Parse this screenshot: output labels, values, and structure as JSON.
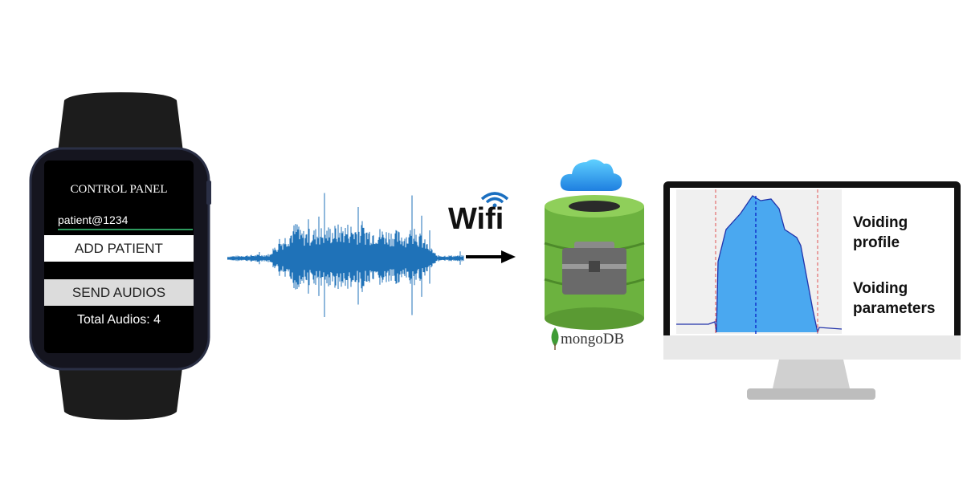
{
  "watch": {
    "title": "CONTROL PANEL",
    "patient_id": "patient@1234",
    "add_patient_label": "ADD PATIENT",
    "send_audios_label": "SEND AUDIOS",
    "total_audios": "Total Audios: 4",
    "accent": "#2e9a5e"
  },
  "connection": {
    "label": "Wifi",
    "icons": [
      "wifi-icon",
      "arrow-right-icon"
    ]
  },
  "database": {
    "label": "mongoDB",
    "icons": [
      "cloud-icon",
      "database-icon",
      "toolbox-icon",
      "leaf-icon"
    ],
    "color": "#6cb23f"
  },
  "monitor": {
    "output_1": "Voiding profile",
    "output_2": "Voiding parameters",
    "fill_color": "#4aa8f0"
  }
}
